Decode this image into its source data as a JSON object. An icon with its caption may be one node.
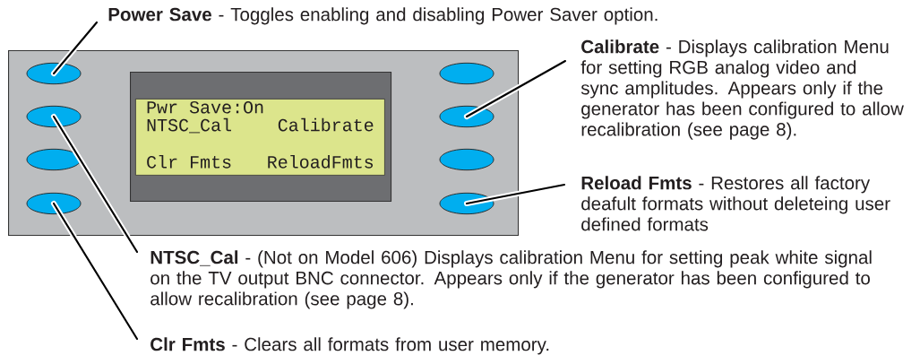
{
  "diagram": {
    "nodes": [
      {
        "text": [],
        "shape": "box"
      },
      {
        "text": [],
        "shape": "box",
        "in": 0
      },
      {
        "text": [
          "Pwr Save:On",
          "NTSC_Cal",
          "Calibrate",
          "Clr Fmts",
          "ReloadFmts"
        ],
        "in": 1
      },
      {
        "text": [],
        "shape": "circle",
        "in": 0
      },
      {
        "text": [],
        "shape": "circle",
        "in": 0
      },
      {
        "text": [],
        "shape": "circle",
        "in": 0
      },
      {
        "text": [],
        "shape": "circle",
        "in": 0
      },
      {
        "text": [],
        "shape": "circle",
        "in": 0
      },
      {
        "text": [],
        "shape": "circle",
        "in": 0
      },
      {
        "text": [],
        "shape": "circle",
        "in": 0
      },
      {
        "text": [],
        "shape": "circle",
        "in": 0
      },
      {
        "text": [
          "**Power Save** - Toggles enabling and disabling Power Saver option."
        ]
      },
      {
        "text": [
          "**Calibrate** - Displays calibration Menu for setting RGB analog video and sync amplitudes. Appears only if the generator has been configured to allow recalibration (see page 8)."
        ]
      },
      {
        "text": [
          "**Reload Fmts** - Restores all factory deafult formats without deleteing user defined formats"
        ]
      },
      {
        "text": [
          "**NTSC_Cal** - (Not on Model 606) Displays calibration Menu for setting peak white signal on the TV output BNC connector. Appears only if the generator has been configured to allow recalibration (see page 8)."
        ]
      },
      {
        "text": [
          "**Clr Fmts** - Clears all formats from user memory."
        ]
      }
    ],
    "edges": [
      {
        "from": 11,
        "to": 3,
        "arrow": "none"
      },
      {
        "from": 12,
        "to": 8,
        "arrow": "none"
      },
      {
        "from": 13,
        "to": 10,
        "arrow": "none"
      },
      {
        "from": 14,
        "to": 4,
        "arrow": "none"
      },
      {
        "from": 15,
        "to": 6,
        "arrow": "none"
      }
    ]
  }
}
